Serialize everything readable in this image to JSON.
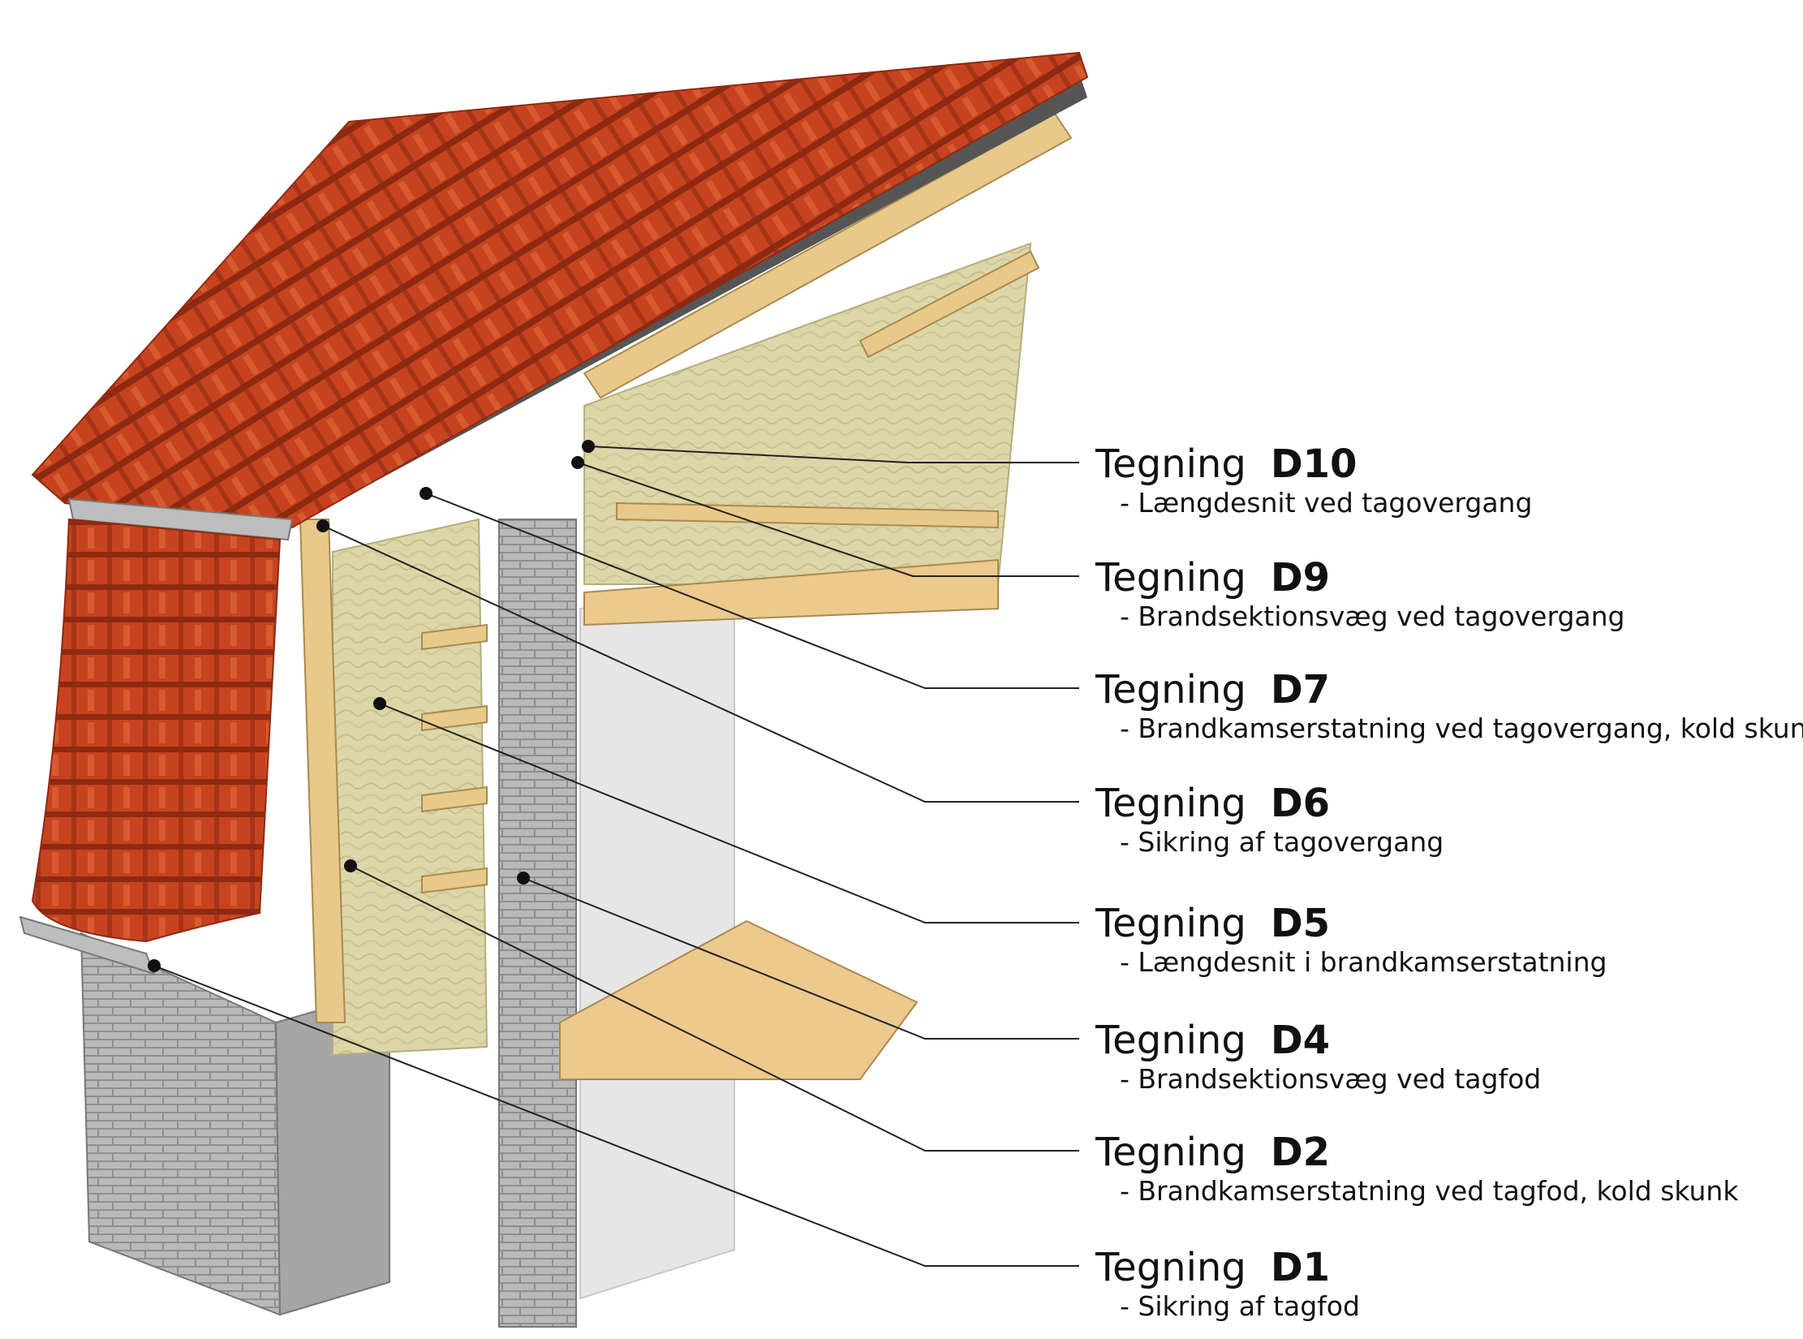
{
  "labels": [
    {
      "prefix": "Tegning",
      "code": "D10",
      "desc": "- Længdesnit ved tagovergang"
    },
    {
      "prefix": "Tegning",
      "code": "D9",
      "desc": "- Brandsektionsvæg ved tagovergang"
    },
    {
      "prefix": "Tegning",
      "code": "D7",
      "desc": "- Brandkamserstatning ved tagovergang, kold skunk"
    },
    {
      "prefix": "Tegning",
      "code": "D6",
      "desc": "- Sikring af tagovergang"
    },
    {
      "prefix": "Tegning",
      "code": "D5",
      "desc": "- Længdesnit i brandkamserstatning"
    },
    {
      "prefix": "Tegning",
      "code": "D4",
      "desc": "- Brandsektionsvæg ved tagfod"
    },
    {
      "prefix": "Tegning",
      "code": "D2",
      "desc": "- Brandkamserstatning ved tagfod, kold skunk"
    },
    {
      "prefix": "Tegning",
      "code": "D1",
      "desc": "- Sikring af tagfod"
    }
  ],
  "colors": {
    "tile": "#c7431f",
    "tile_dark": "#8e2a12",
    "tile_light": "#e06a3c",
    "insulation": "#ddd6a8",
    "timber": "#e8c98a",
    "brick": "#b9b9b9",
    "brick_dark": "#8f8f8f",
    "wall": "#e6e6e6",
    "membrane": "#555555",
    "leader": "#222222"
  }
}
